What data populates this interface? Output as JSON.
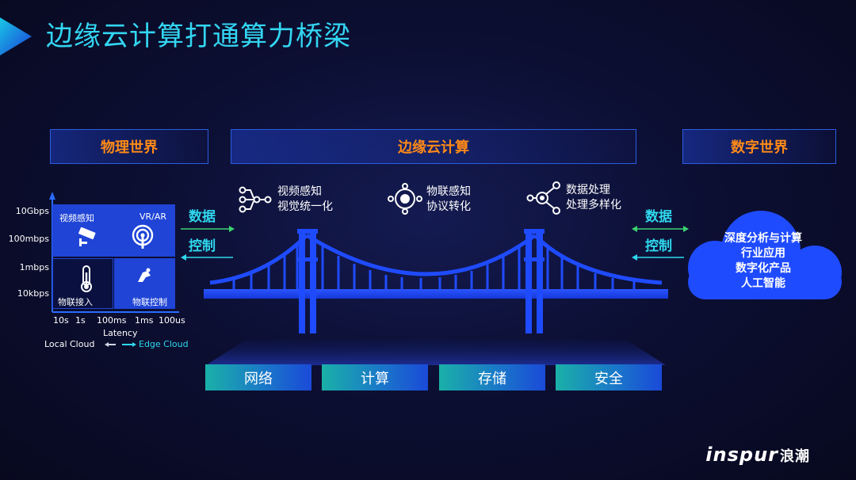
{
  "title": "边缘云计算打通算力桥梁",
  "headers": {
    "physical": "物理世界",
    "edge": "边缘云计算",
    "digital": "数字世界"
  },
  "axis": {
    "y_ticks": [
      "10Gbps",
      "100mbps",
      "1mbps",
      "10kbps"
    ],
    "x_ticks": [
      "10s",
      "1s",
      "100ms",
      "1ms",
      "100us"
    ],
    "x_title": "Latency",
    "legend_local": "Local Cloud",
    "legend_edge": "Edge Cloud"
  },
  "quadrants": {
    "video": "视频感知",
    "vrar": "VR/AR",
    "iot_access": "物联接入",
    "iot_control": "物联控制"
  },
  "flow": {
    "data": "数据",
    "control": "控制"
  },
  "features": [
    {
      "line1": "视频感知",
      "line2": "视觉统一化",
      "icon": "network-nodes-icon"
    },
    {
      "line1": "物联感知",
      "line2": "协议转化",
      "icon": "iot-hub-icon"
    },
    {
      "line1": "数据处理",
      "line2": "处理多样化",
      "icon": "data-processing-icon"
    }
  ],
  "cloud_lines": [
    "深度分析与计算",
    "行业应用",
    "数字化产品",
    "人工智能"
  ],
  "resources": [
    "网络",
    "计算",
    "存储",
    "安全"
  ],
  "brand": {
    "name": "inspur",
    "cn": "浪潮"
  },
  "colors": {
    "accent": "#2fd8ee",
    "header_text": "#ff8a17",
    "bridge": "#1f4bff",
    "panel": "#1f44d6"
  }
}
